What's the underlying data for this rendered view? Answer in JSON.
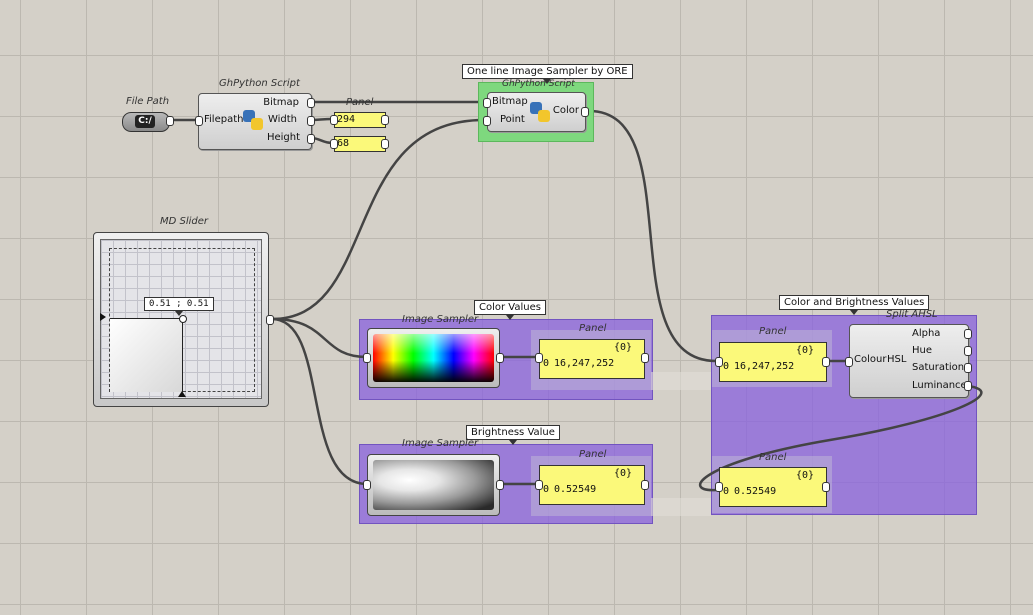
{
  "canvas": {
    "background": "#d4d0c8",
    "grid_color": "#bcb8b0"
  },
  "file_path": {
    "caption": "File Path",
    "value": "C:/"
  },
  "ghpython1": {
    "caption": "GhPython Script",
    "input": "Filepath",
    "outputs": [
      "Bitmap",
      "Width",
      "Height"
    ]
  },
  "panel_top": {
    "caption": "Panel",
    "width_value": "294",
    "height_value": "68"
  },
  "ore_script": {
    "tooltip": "One line Image Sampler by ORE",
    "caption": "GhPython Script",
    "inputs": [
      "Bitmap",
      "Point"
    ],
    "output": "Color",
    "highlight": "#7ed87e"
  },
  "md_slider": {
    "caption": "MD Slider",
    "readout": "0.51 ; 0.51",
    "value": [
      0.51,
      0.51
    ]
  },
  "color_group": {
    "label": "Color Values",
    "sampler_caption": "Image Sampler",
    "panel_caption": "Panel",
    "panel_index": "{0}",
    "panel_row": "0",
    "panel_value": "16,247,252"
  },
  "brightness_group": {
    "label": "Brightness Value",
    "sampler_caption": "Image Sampler",
    "panel_caption": "Panel",
    "panel_index": "{0}",
    "panel_row": "0",
    "panel_value": "0.52549"
  },
  "ahsl_group": {
    "label": "Color and Brightness Values",
    "split_caption": "Split AHSL",
    "split_input": "Colour",
    "split_center": "HSL",
    "split_outputs": [
      "Alpha",
      "Hue",
      "Saturation",
      "Luminance"
    ],
    "panel1_caption": "Panel",
    "panel1_index": "{0}",
    "panel1_row": "0",
    "panel1_value": "16,247,252",
    "panel2_caption": "Panel",
    "panel2_index": "{0}",
    "panel2_row": "0",
    "panel2_value": "0.52549"
  },
  "colors": {
    "group": "#8a64dc",
    "panel": "#fbf97a",
    "wire": "#444444"
  }
}
